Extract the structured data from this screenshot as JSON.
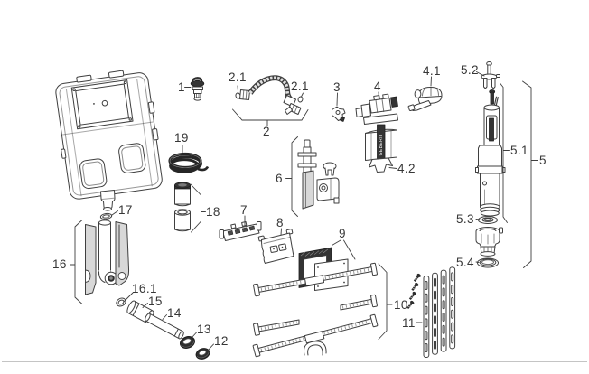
{
  "diagram": {
    "brand_text_on_part4": "GEBERIT",
    "labels": {
      "p1": "1",
      "p2": "2",
      "p2_1_left": "2.1",
      "p2_1_right": "2.1",
      "p3": "3",
      "p4": "4",
      "p4_1": "4.1",
      "p4_2": "4.2",
      "p5": "5",
      "p5_1": "5.1",
      "p5_2": "5.2",
      "p5_3": "5.3",
      "p5_4": "5.4",
      "p6": "6",
      "p7": "7",
      "p8": "8",
      "p9": "9",
      "p10": "10",
      "p11": "11",
      "p12": "12",
      "p13": "13",
      "p14": "14",
      "p15": "15",
      "p16": "16",
      "p16_1": "16.1",
      "p17": "17",
      "p18": "18",
      "p19": "19"
    },
    "colors": {
      "line": "#3f3f3f",
      "dark_fill": "#343434",
      "gray_fill": "#d8d8d8",
      "background": "#ffffff"
    }
  }
}
